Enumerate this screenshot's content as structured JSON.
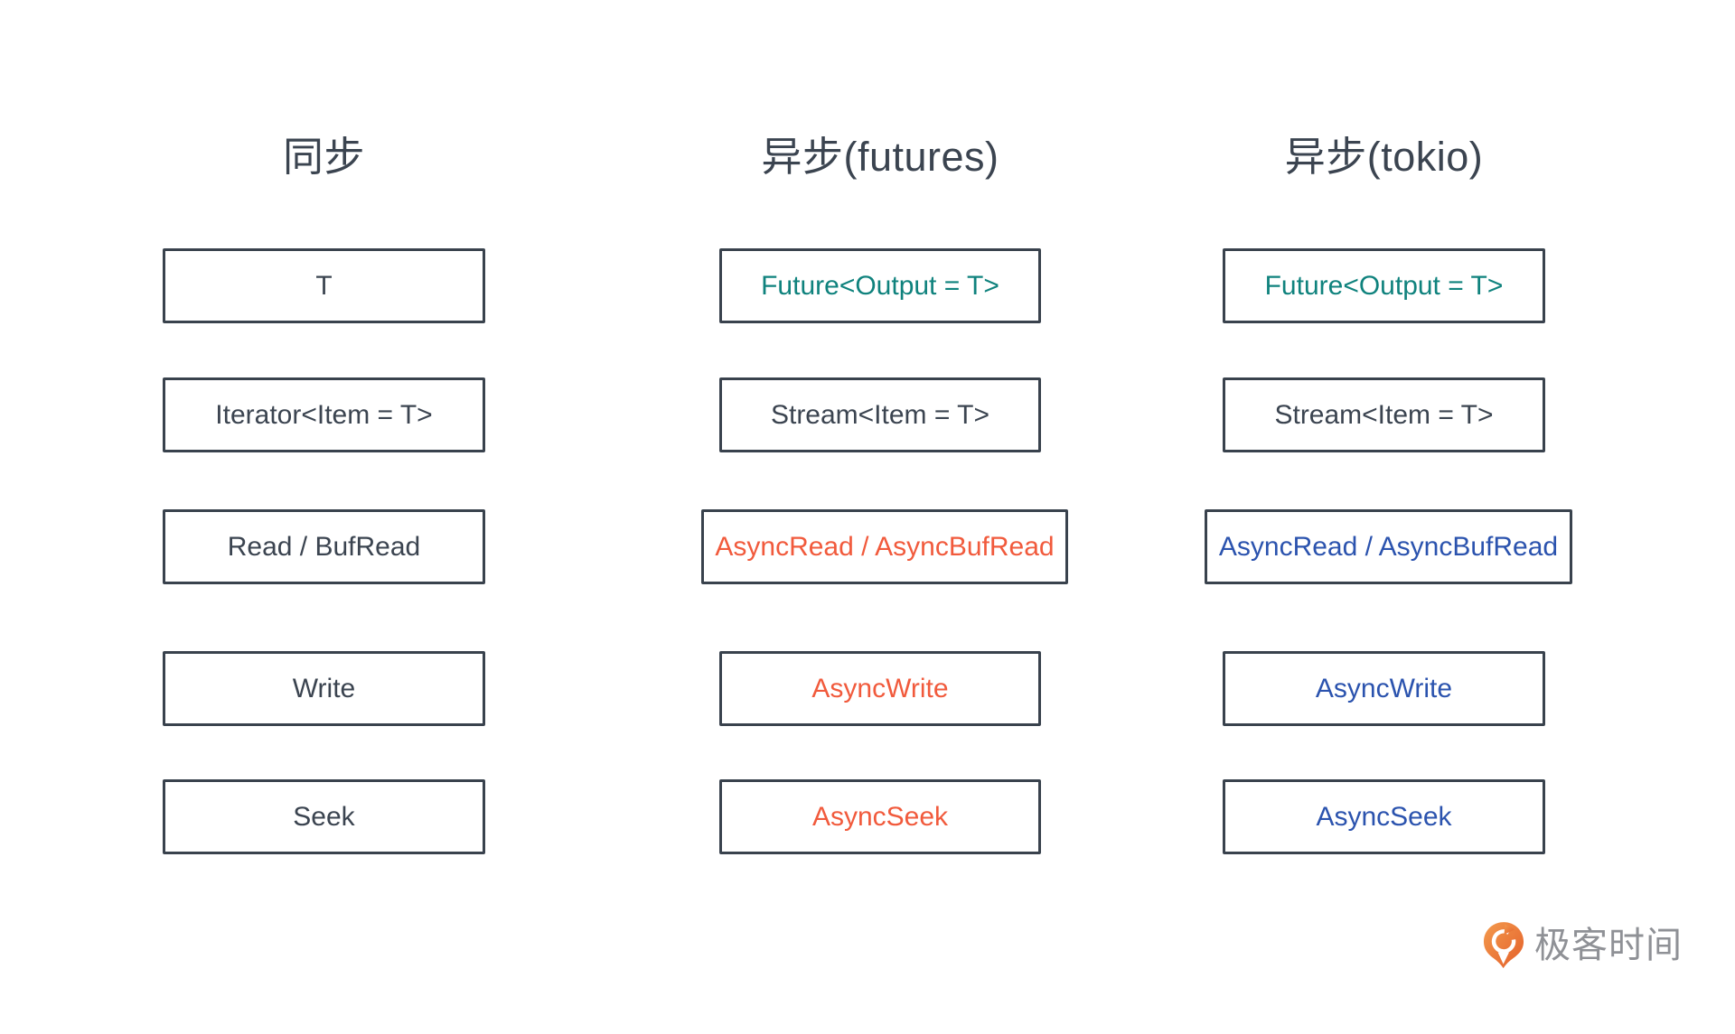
{
  "diagram": {
    "columns": [
      {
        "id": "sync",
        "header": "同步",
        "boxes": [
          {
            "label": "T",
            "color": "dark"
          },
          {
            "label": "Iterator<Item = T>",
            "color": "dark"
          },
          {
            "label": "Read / BufRead",
            "color": "dark"
          },
          {
            "label": "Write",
            "color": "dark"
          },
          {
            "label": "Seek",
            "color": "dark"
          }
        ]
      },
      {
        "id": "async-futures",
        "header": "异步(futures)",
        "boxes": [
          {
            "label": "Future<Output = T>",
            "color": "teal"
          },
          {
            "label": "Stream<Item = T>",
            "color": "dark"
          },
          {
            "label": "AsyncRead / AsyncBufRead",
            "color": "orange"
          },
          {
            "label": "AsyncWrite",
            "color": "orange"
          },
          {
            "label": "AsyncSeek",
            "color": "orange"
          }
        ]
      },
      {
        "id": "async-tokio",
        "header": "异步(tokio)",
        "boxes": [
          {
            "label": "Future<Output = T>",
            "color": "teal"
          },
          {
            "label": "Stream<Item = T>",
            "color": "dark"
          },
          {
            "label": "AsyncRead / AsyncBufRead",
            "color": "blue"
          },
          {
            "label": "AsyncWrite",
            "color": "blue"
          },
          {
            "label": "AsyncSeek",
            "color": "blue"
          }
        ]
      }
    ]
  },
  "logo": {
    "text": "极客时间"
  },
  "colors": {
    "dark": "#3b4450",
    "border": "#39424d",
    "teal": "#0f827d",
    "orange": "#f15a3c",
    "blue": "#2b53ae",
    "logoText": "#8f9196",
    "logoOrangeLight": "#f39a4d",
    "logoOrangeDark": "#e45f2a"
  }
}
